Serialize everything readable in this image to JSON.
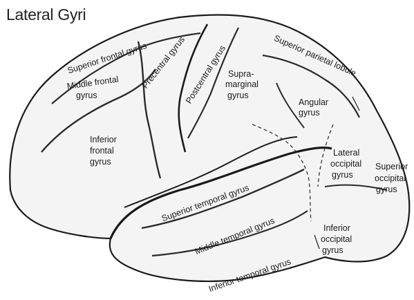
{
  "title": "Lateral Gyri",
  "colors": {
    "outline": "#1a1a1a",
    "fill": "#f4f4f4",
    "sulcus": "#2a2a2a",
    "boundary": "#333333"
  },
  "labels": {
    "superior_frontal": "Superior frontal gyrus",
    "middle_frontal_1": "Middle frontal",
    "middle_frontal_2": "gyrus",
    "precentral": "Precentral gyrus",
    "postcentral": "Postcentral gyrus",
    "supramarginal_1": "Supra-",
    "supramarginal_2": "marginal",
    "supramarginal_3": "gyrus",
    "superior_parietal": "Superior parietal lobule",
    "angular_1": "Angular",
    "angular_2": "gyrus",
    "inferior_frontal_1": "Inferior",
    "inferior_frontal_2": "frontal",
    "inferior_frontal_3": "gyrus",
    "lateral_occipital_1": "Lateral",
    "lateral_occipital_2": "occipital",
    "lateral_occipital_3": "gyrus",
    "superior_occipital_1": "Superior",
    "superior_occipital_2": "occipital",
    "superior_occipital_3": "gyrus",
    "superior_temporal": "Superior temporal gyrus",
    "middle_temporal": "Middle temporal gyrus",
    "inferior_occipital_1": "Inferior",
    "inferior_occipital_2": "occipital",
    "inferior_occipital_3": "gyrus",
    "inferior_temporal": "Inferior temporal gyrus"
  }
}
